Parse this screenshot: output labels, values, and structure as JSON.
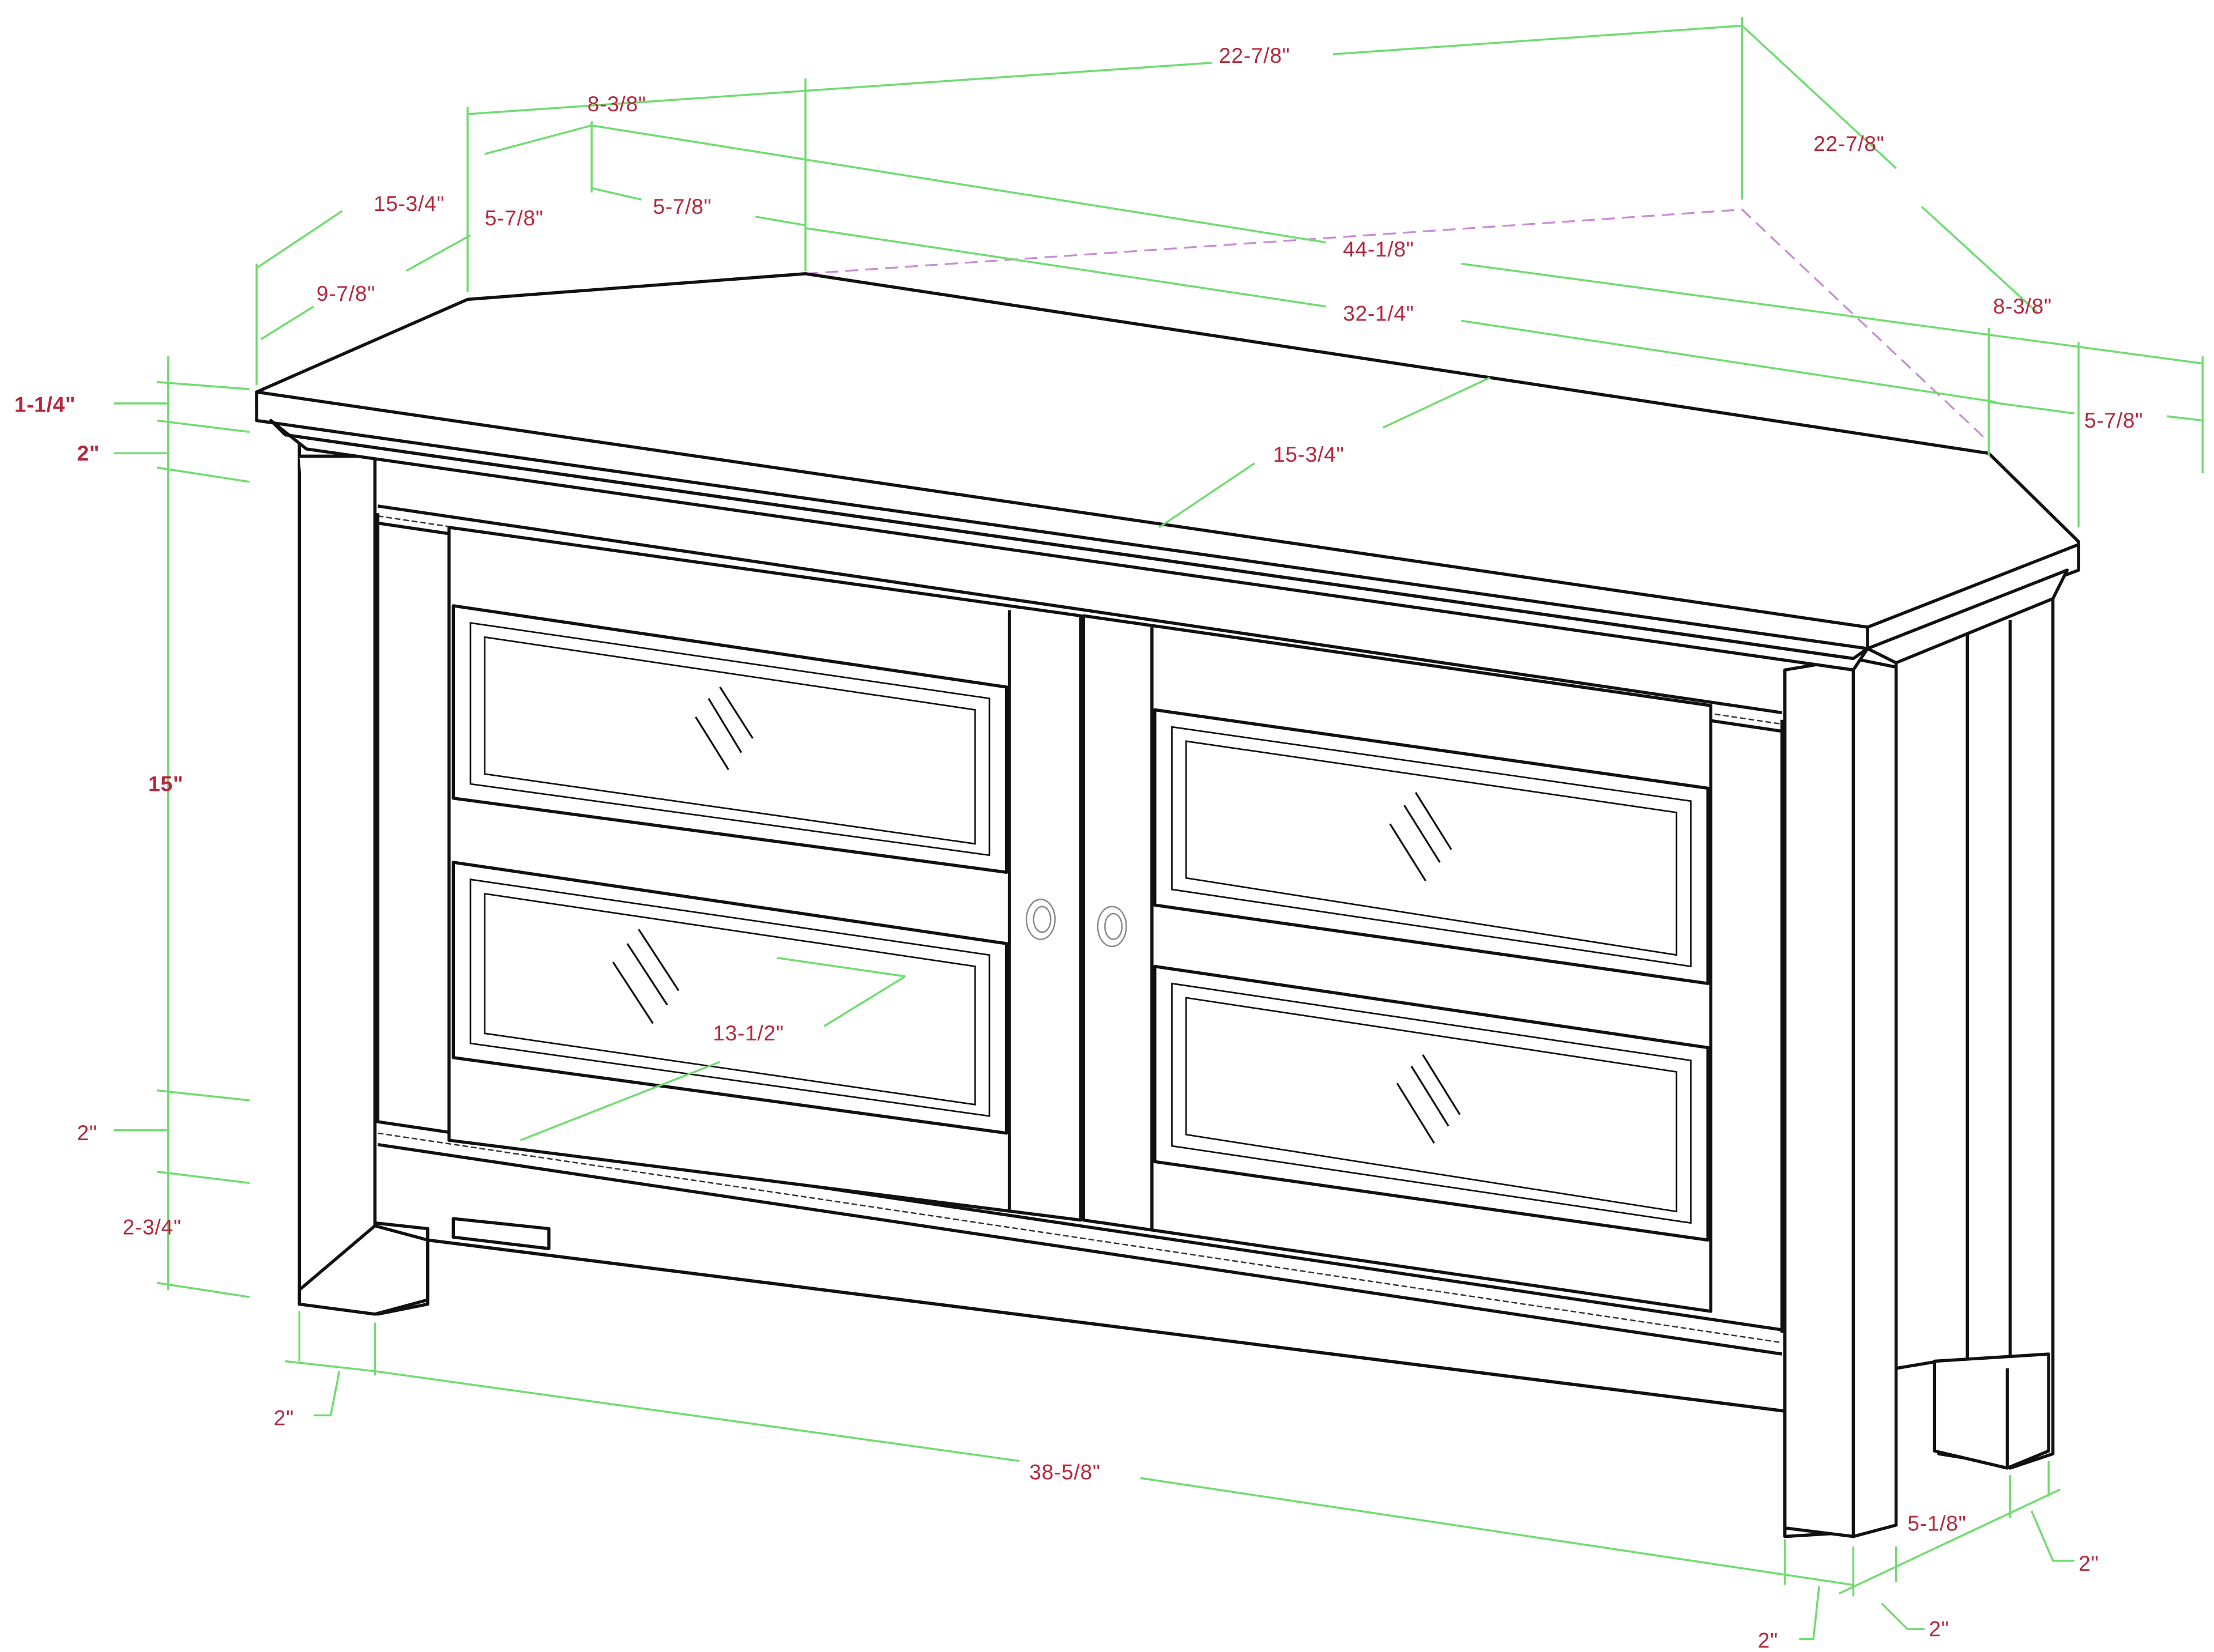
{
  "diagram": {
    "title": "Corner TV stand dimension drawing",
    "colors": {
      "outline": "#111111",
      "dimension_line": "#6fdc6f",
      "label_text": "#b4283c",
      "hidden_edge": "#c98ad6",
      "background": "#ffffff"
    },
    "dimensions": {
      "top_back_width": "22-7/8\"",
      "right_back_depth": "22-7/8\"",
      "left_back_offset": "8-3/8\"",
      "right_back_offset": "8-3/8\"",
      "left_side_depth": "15-3/4\"",
      "left_chamfer_a": "5-7/8\"",
      "left_chamfer_b": "5-7/8\"",
      "left_side_front": "9-7/8\"",
      "overall_width": "44-1/8\"",
      "front_top_width": "32-1/4\"",
      "right_chamfer": "5-7/8\"",
      "top_depth": "15-3/4\"",
      "top_thickness": "1-1/4\"",
      "apron_height": "2\"",
      "body_height": "15\"",
      "bottom_rail_height": "2\"",
      "leg_clearance": "2-3/4\"",
      "inner_depth": "13-1/2\"",
      "left_leg_width": "2\"",
      "front_bottom_width": "38-5/8\"",
      "right_leg_front": "2\"",
      "right_leg_side": "2\"",
      "right_side_span": "5-1/8\"",
      "back_leg_width": "2\""
    }
  }
}
